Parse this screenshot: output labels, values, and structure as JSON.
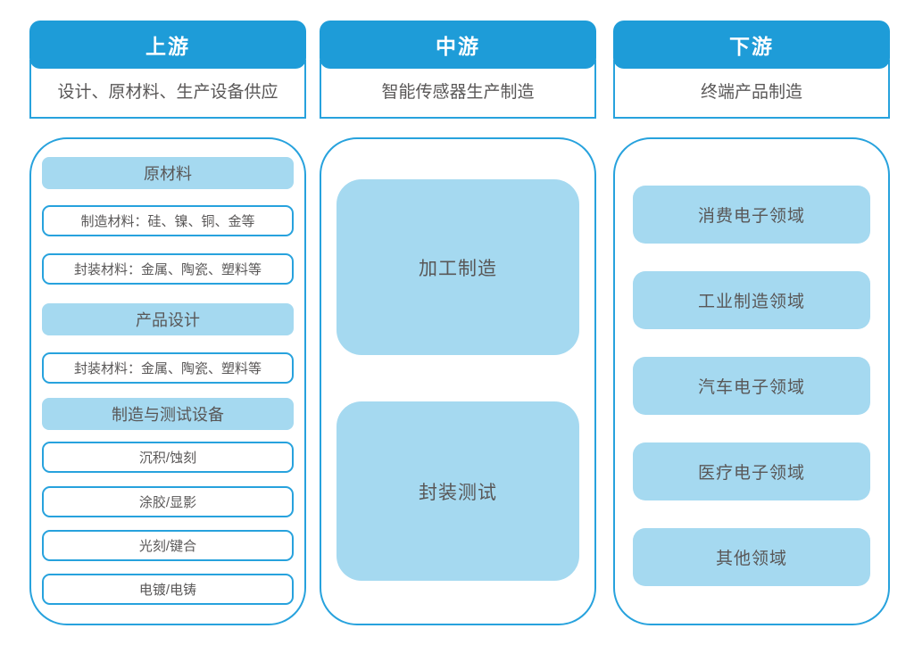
{
  "theme": {
    "header_blue": "#1e9cd8",
    "border_blue": "#27a2dd",
    "light_blue": "#a5d9f0",
    "text_gray": "#595757"
  },
  "columns": [
    {
      "id": "upstream",
      "header": "上游",
      "subtitle": "设计、原材料、生产设备供应",
      "sections": [
        {
          "type": "bar",
          "label": "原材料"
        },
        {
          "type": "outline",
          "label": "制造材料：硅、镍、铜、金等"
        },
        {
          "type": "outline",
          "label": "封装材料：金属、陶瓷、塑料等"
        },
        {
          "type": "bar",
          "label": "产品设计"
        },
        {
          "type": "outline",
          "label": "封装材料：金属、陶瓷、塑料等"
        },
        {
          "type": "bar",
          "label": "制造与测试设备"
        },
        {
          "type": "outline",
          "label": "沉积/蚀刻"
        },
        {
          "type": "outline",
          "label": "涂胶/显影"
        },
        {
          "type": "outline",
          "label": "光刻/键合"
        },
        {
          "type": "outline",
          "label": "电镀/电铸"
        }
      ]
    },
    {
      "id": "midstream",
      "header": "中游",
      "subtitle": "智能传感器生产制造",
      "blocks": [
        "加工制造",
        "封装测试"
      ]
    },
    {
      "id": "downstream",
      "header": "下游",
      "subtitle": "终端产品制造",
      "items": [
        "消费电子领域",
        "工业制造领域",
        "汽车电子领域",
        "医疗电子领域",
        "其他领域"
      ]
    }
  ]
}
